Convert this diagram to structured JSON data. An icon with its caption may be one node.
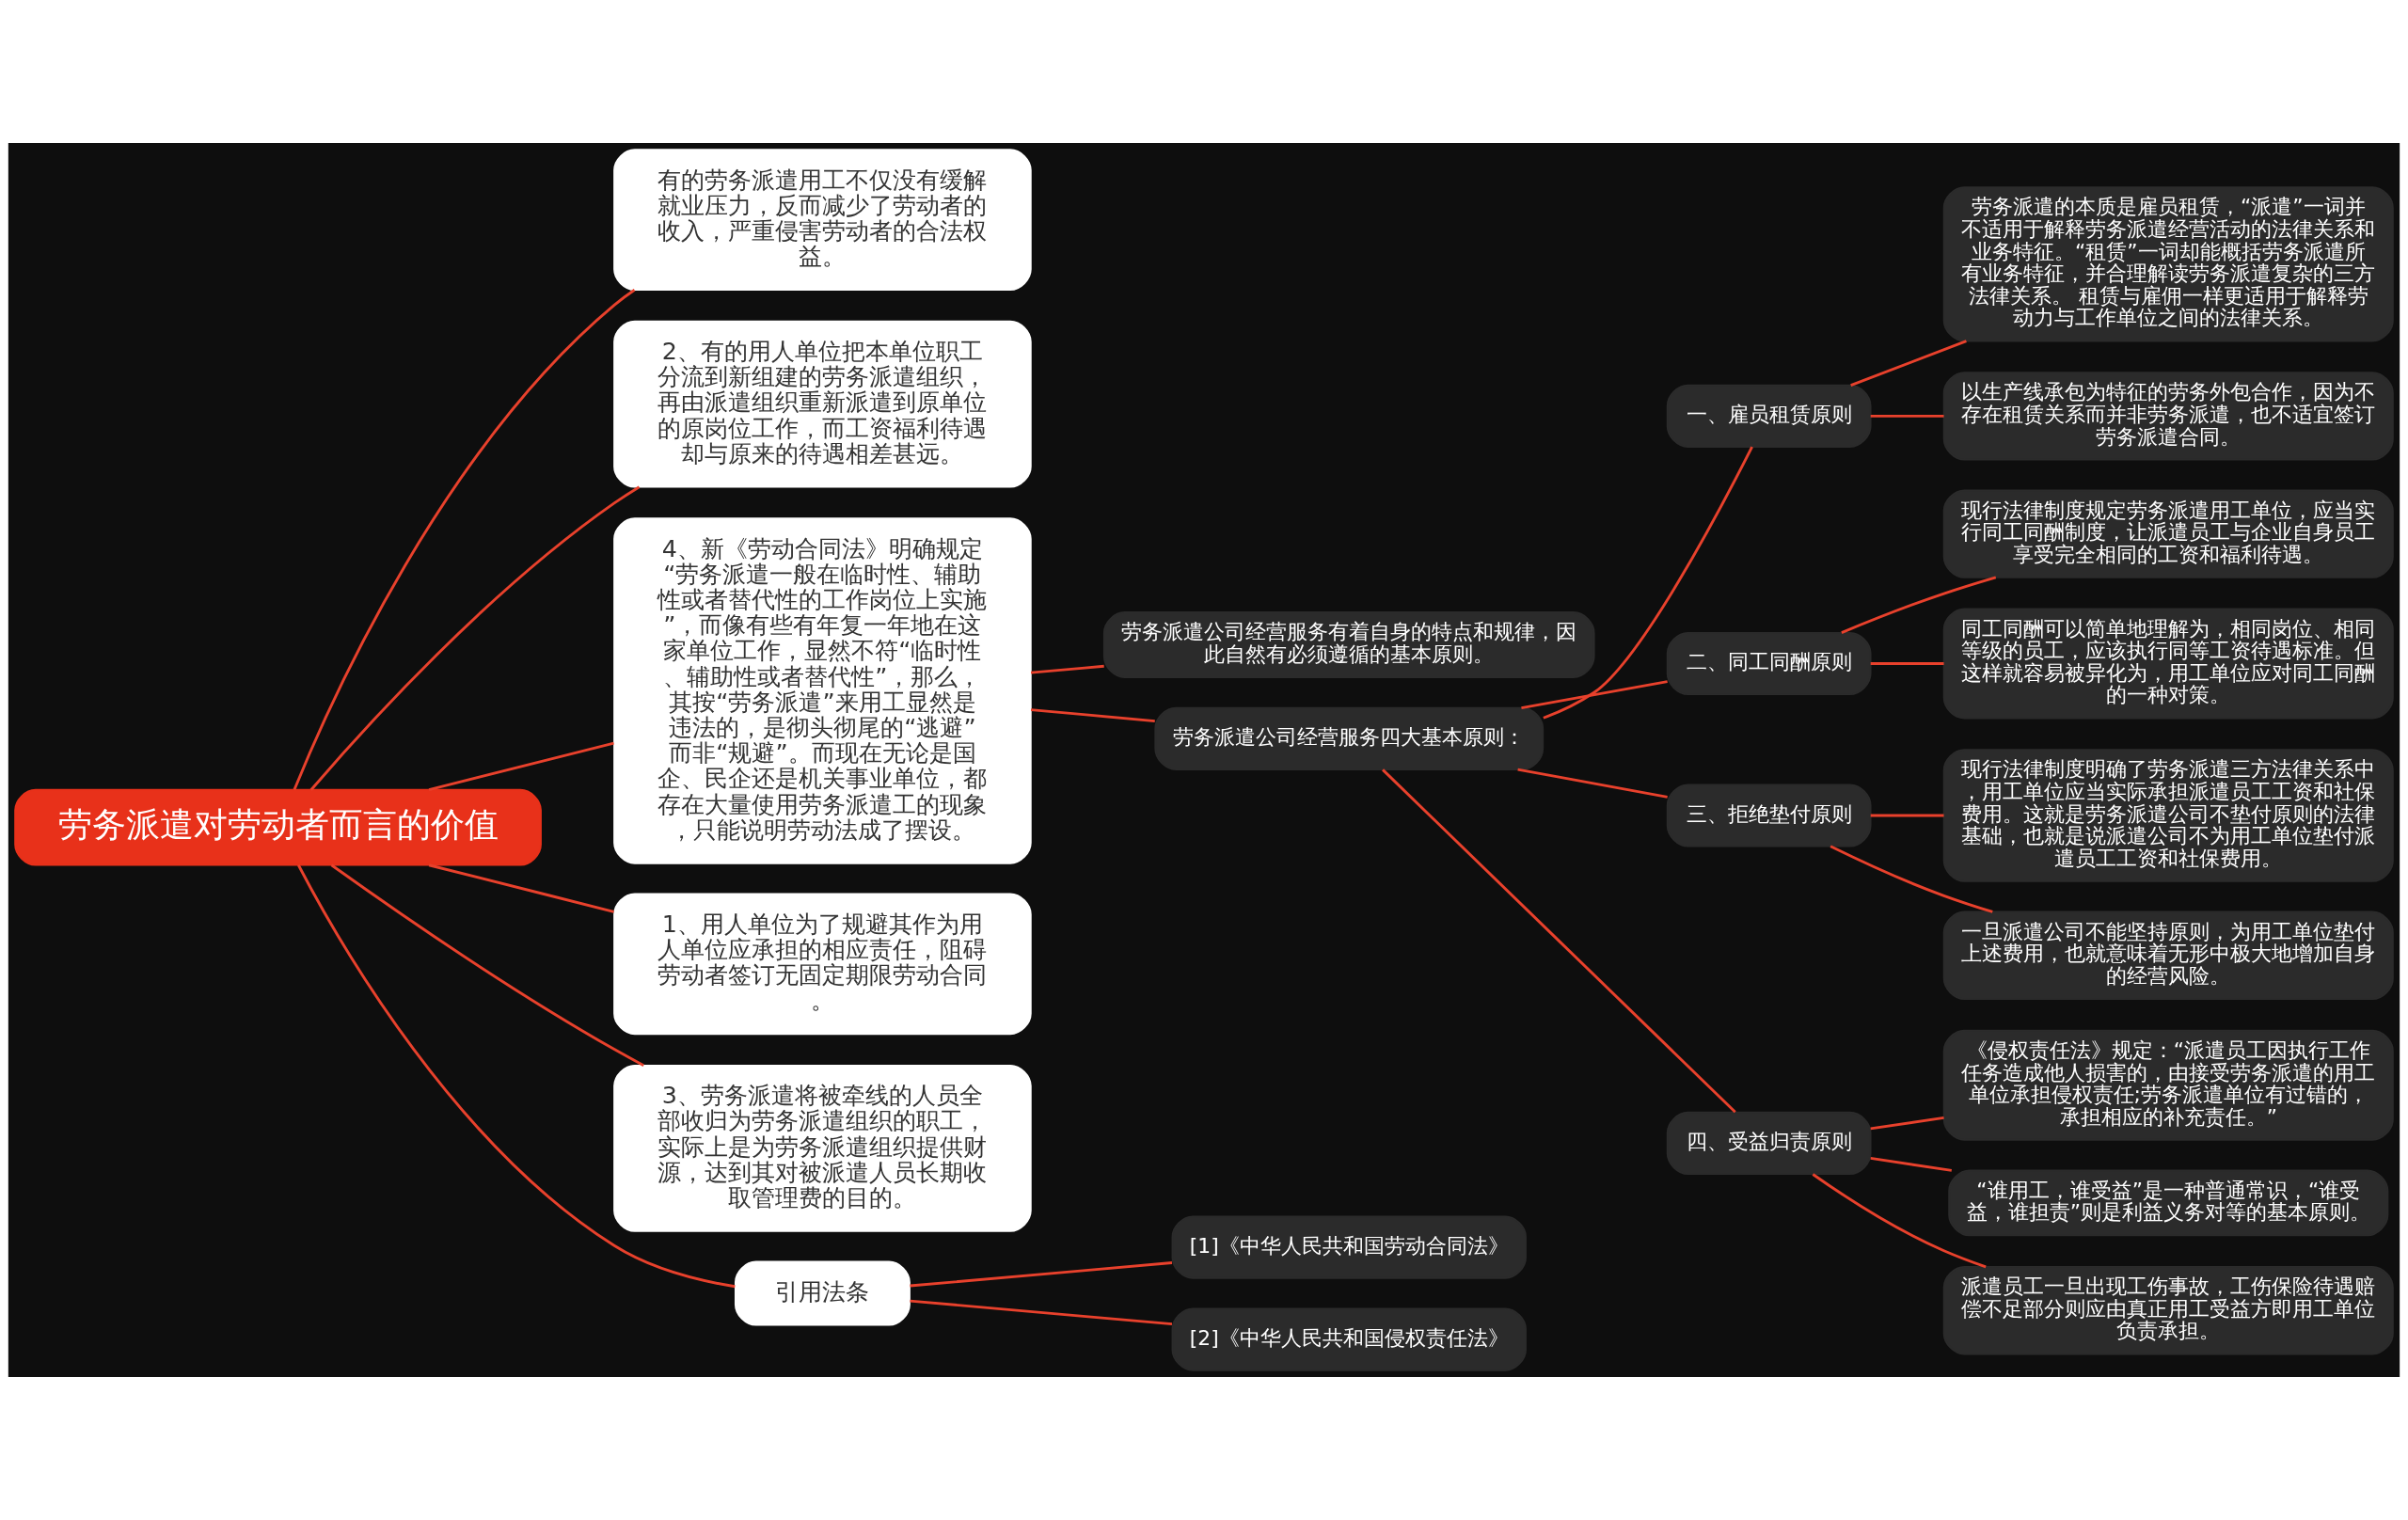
{
  "diagram": {
    "nodes": [
      {
        "text": [
          "劳务派遣对劳动者而言的价值"
        ]
      },
      {
        "text": [
          "有的劳务派遣用工不仅没有缓解就业压力，反而减少了劳动者的收入，严重侵害劳动者的合法权益。"
        ]
      },
      {
        "text": [
          "2、有的用人单位把本单位职工分流到新组建的劳务派遣组织，再由派遣组织重新派遣到原单位的原岗位工作，而工资福利待遇却与原来的待遇相差甚远。"
        ]
      },
      {
        "text": [
          "4、新《劳动合同法》明确规定“劳务派遣一般在临时性、辅助性或者替代性的工作岗位上实施”，而像有些有年复一年地在这家单位工作，显然不符“临时性、辅助性或者替代性”，那么，其按“劳务派遣”来用工显然是违法的，是彻头彻尾的“逃避”而非“规避”。而现在无论是国企、民企还是机关事业单位，都存在大量使用劳务派遣工的现象，只能说明劳动法成了摆设。"
        ]
      },
      {
        "text": [
          "劳务派遣公司经营服务有着自身的特点和规律，因此自然有必须遵循的基本原则。"
        ]
      },
      {
        "text": [
          "劳务派遣公司经营服务四大基本原则："
        ]
      },
      {
        "text": [
          "一、雇员租赁原则"
        ]
      },
      {
        "text": [
          "劳务派遣的本质是雇员租赁，“派遣”一词并不适用于解释劳务派遣经营活动的法律关系和业务特征。“租赁”一词却能概括劳务派遣所有业务特征，并合理解读劳务派遣复杂的三方法律关系。 租赁与雇佣一样更适用于解释劳动力与工作单位之间的法律关系。"
        ]
      },
      {
        "text": [
          "以生产线承包为特征的劳务外包合作，因为不存在租赁关系而并非劳务派遣，也不适宜签订劳务派遣合同。"
        ]
      },
      {
        "text": [
          "二、同工同酬原则"
        ]
      },
      {
        "text": [
          "现行法律制度规定劳务派遣用工单位，应当实行同工同酬制度，让派遣员工与企业自身员工享受完全相同的工资和福利待遇。"
        ]
      },
      {
        "text": [
          "同工同酬可以简单地理解为，相同岗位、相同等级的员工，应该执行同等工资待遇标准。但这样就容易被异化为，用工单位应对同工同酬的一种对策。"
        ]
      },
      {
        "text": [
          "三、拒绝垫付原则"
        ]
      },
      {
        "text": [
          "现行法律制度明确了劳务派遣三方法律关系中，用工单位应当实际承担派遣员工工资和社保费用。这就是劳务派遣公司不垫付原则的法律基础，也就是说派遣公司不为用工单位垫付派遣员工工资和社保费用。"
        ]
      },
      {
        "text": [
          "一旦派遣公司不能坚持原则，为用工单位垫付上述费用，也就意味着无形中极大地增加自身的经营风险。"
        ]
      },
      {
        "text": [
          "四、受益归责原则"
        ]
      },
      {
        "text": [
          "《侵权责任法》规定：“派遣员工因执行工作任务造成他人损害的，由接受劳务派遣的用工单位承担侵权责任;劳务派遣单位有过错的，承担相应的补充责任。”"
        ]
      },
      {
        "text": [
          "“谁用工，谁受益”是一种普通常识，“谁受益，谁担责”则是利益义务对等的基本原则。"
        ]
      },
      {
        "text": [
          "派遣员工一旦出现工伤事故，工伤保险待遇赔偿不足部分则应由真正用工受益方即用工单位负责承担。"
        ]
      },
      {
        "text": [
          "1、用人单位为了规避其作为用人单位应承担的相应责任，阻碍劳动者签订无固定期限劳动合同。"
        ]
      },
      {
        "text": [
          "3、劳务派遣将被牵线的人员全部收归为劳务派遣组织的职工，实际上是为劳务派遣组织提供财源，达到其对被派遣人员长期收取管理费的目的。"
        ]
      },
      {
        "text": [
          "引用法条"
        ]
      },
      {
        "text": [
          "[1]《中华人民共和国劳动合同法》"
        ]
      },
      {
        "text": [
          "[2]《中华人民共和国侵权责任法》"
        ]
      }
    ],
    "edges": [
      {
        "from": 0,
        "to": 1,
        "arrow": "none"
      },
      {
        "from": 0,
        "to": 2,
        "arrow": "none"
      },
      {
        "from": 0,
        "to": 3,
        "arrow": "none"
      },
      {
        "from": 3,
        "to": 4,
        "arrow": "none"
      },
      {
        "from": 3,
        "to": 5,
        "arrow": "none"
      },
      {
        "from": 5,
        "to": 6,
        "arrow": "none"
      },
      {
        "from": 6,
        "to": 7,
        "arrow": "none"
      },
      {
        "from": 6,
        "to": 8,
        "arrow": "none"
      },
      {
        "from": 5,
        "to": 9,
        "arrow": "none"
      },
      {
        "from": 9,
        "to": 10,
        "arrow": "none"
      },
      {
        "from": 9,
        "to": 11,
        "arrow": "none"
      },
      {
        "from": 5,
        "to": 12,
        "arrow": "none"
      },
      {
        "from": 12,
        "to": 13,
        "arrow": "none"
      },
      {
        "from": 12,
        "to": 14,
        "arrow": "none"
      },
      {
        "from": 5,
        "to": 15,
        "arrow": "none"
      },
      {
        "from": 15,
        "to": 16,
        "arrow": "none"
      },
      {
        "from": 15,
        "to": 17,
        "arrow": "none"
      },
      {
        "from": 15,
        "to": 18,
        "arrow": "none"
      },
      {
        "from": 0,
        "to": 19,
        "arrow": "none"
      },
      {
        "from": 0,
        "to": 20,
        "arrow": "none"
      },
      {
        "from": 0,
        "to": 21,
        "arrow": "none"
      },
      {
        "from": 21,
        "to": 22,
        "arrow": "none"
      },
      {
        "from": 21,
        "to": 23,
        "arrow": "none"
      }
    ]
  }
}
